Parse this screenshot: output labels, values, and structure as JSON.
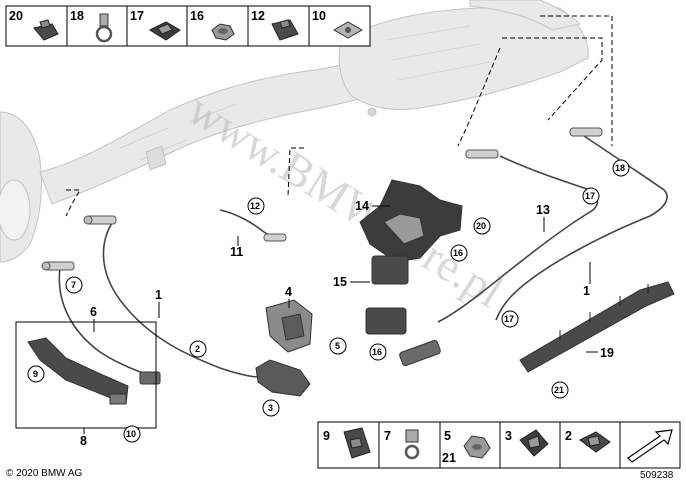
{
  "diagram": {
    "watermark": "www.BMWstore.pl",
    "copyright": "© 2020 BMW AG",
    "diagram_id": "509238",
    "top_parts": [
      {
        "number": "20",
        "icon": "clip-icon"
      },
      {
        "number": "18",
        "icon": "hose-clamp-icon"
      },
      {
        "number": "17",
        "icon": "cable-holder-icon"
      },
      {
        "number": "16",
        "icon": "hex-nut-icon"
      },
      {
        "number": "12",
        "icon": "clip-icon"
      },
      {
        "number": "10",
        "icon": "spring-nut-icon"
      }
    ],
    "bottom_parts": [
      {
        "number": "9",
        "icon": "clip-icon"
      },
      {
        "number": "7",
        "icon": "hose-clamp-icon"
      },
      {
        "number": "5",
        "number_alt": "21",
        "icon": "hex-nut-icon"
      },
      {
        "number": "3",
        "icon": "cable-holder-icon"
      },
      {
        "number": "2",
        "icon": "clip-icon"
      }
    ],
    "callouts": [
      "1",
      "1",
      "4",
      "6",
      "8",
      "11",
      "13",
      "14",
      "15",
      "19"
    ],
    "circled_callouts": [
      "2",
      "3",
      "5",
      "7",
      "9",
      "10",
      "12",
      "16",
      "16",
      "17",
      "17",
      "18",
      "20",
      "21"
    ]
  }
}
